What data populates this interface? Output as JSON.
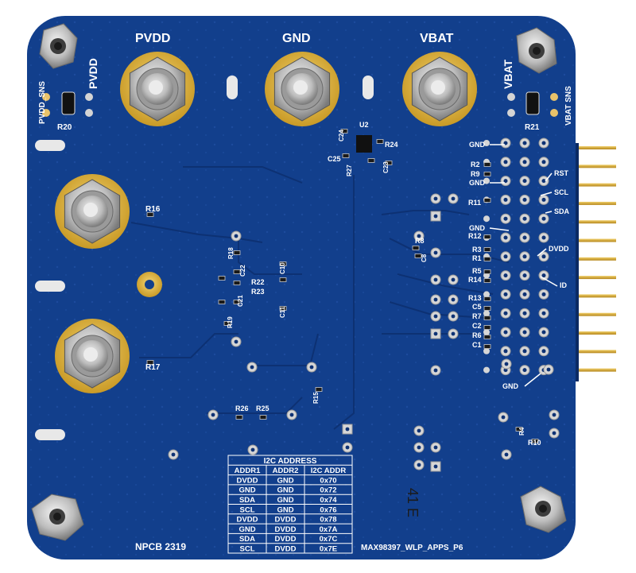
{
  "labels": {
    "pvdd_top": "PVDD",
    "gnd_top": "GND",
    "vbat_top": "VBAT",
    "pvdd_side": "PVDD",
    "pvdd_sns": "PVDD_SNS",
    "vbat_side": "VBAT",
    "vbat_sns": "VBAT SNS",
    "r20": "R20",
    "r21": "R21",
    "u2": "U2",
    "c24": "C24",
    "r24": "R24",
    "c25": "C25",
    "r27": "R27",
    "c23": "C23",
    "r16": "R16",
    "r17": "R17",
    "r18": "R18",
    "c22": "C22",
    "r22": "R22",
    "r23": "R23",
    "c21": "C21",
    "c10": "C10",
    "c11": "C11",
    "r19": "R19",
    "r15": "R15",
    "r26": "R26",
    "r25": "R25",
    "c8": "C8",
    "r8": "R8",
    "r4": "R4",
    "r10": "R10",
    "npcb": "NPCB 2319",
    "board_name": "MAX98397_WLP_APPS_P6",
    "handwritten": "41 E"
  },
  "header_pins": {
    "gnd1": "GND",
    "r2": "R2",
    "r9": "R9",
    "gnd2": "GND",
    "rst": "RST",
    "scl": "SCL",
    "r11": "R11",
    "sda": "SDA",
    "gnd3": "GND",
    "r12": "R12",
    "r3": "R3",
    "dvdd": "DVDD",
    "r1": "R1",
    "r5": "R5",
    "r14": "R14",
    "id": "ID",
    "r13": "R13",
    "c5": "C5",
    "r7": "R7",
    "c2": "C2",
    "r6": "R6",
    "c1": "C1",
    "gnd4": "GND"
  },
  "i2c_table": {
    "title": "I2C ADDRESS",
    "headers": [
      "ADDR1",
      "ADDR2",
      "I2C ADDR"
    ],
    "rows": [
      [
        "DVDD",
        "GND",
        "0x70"
      ],
      [
        "GND",
        "GND",
        "0x72"
      ],
      [
        "SDA",
        "GND",
        "0x74"
      ],
      [
        "SCL",
        "GND",
        "0x76"
      ],
      [
        "DVDD",
        "DVDD",
        "0x78"
      ],
      [
        "GND",
        "DVDD",
        "0x7A"
      ],
      [
        "SDA",
        "DVDD",
        "0x7C"
      ],
      [
        "SCL",
        "DVDD",
        "0x7E"
      ]
    ]
  },
  "colors": {
    "board": "#123f8c",
    "board_dark": "#0e3274",
    "silk": "#ffffff",
    "gold": "#e8c35a",
    "pin_gold": "#d9a52a",
    "metal": "#c9c9c9",
    "background": "#ffffff"
  }
}
